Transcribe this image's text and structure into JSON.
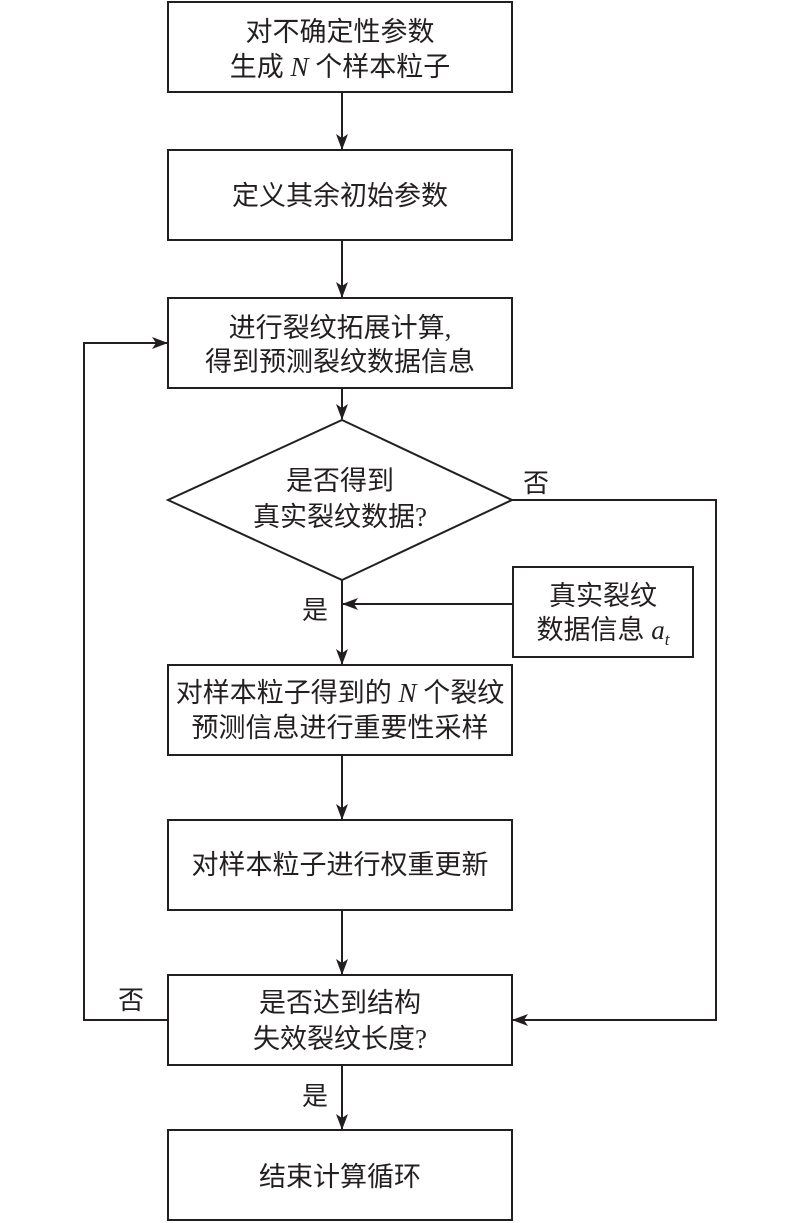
{
  "nodes": {
    "init_uncertain": {
      "line1": "对不确定性参数",
      "line2_pre": "生成 ",
      "line2_var": "N",
      "line2_post": " 个样本粒子"
    },
    "define_params": {
      "line1": "定义其余初始参数"
    },
    "crack_growth": {
      "line1": "进行裂纹拓展计算,",
      "line2": "得到预测裂纹数据信息"
    },
    "decision_real_data": {
      "line1": "是否得到",
      "line2": "真实裂纹数据?"
    },
    "real_data": {
      "line1": "真实裂纹",
      "line2_pre": "数据信息 ",
      "line2_var": "a",
      "line2_sub": "t"
    },
    "importance_sampling": {
      "line1_pre": "对样本粒子得到的 ",
      "line1_var": "N",
      "line1_post": " 个裂纹",
      "line2": "预测信息进行重要性采样"
    },
    "weight_update": {
      "line1": "对样本粒子进行权重更新"
    },
    "decision_failure": {
      "line1": "是否达到结构",
      "line2": "失效裂纹长度?"
    },
    "end_loop": {
      "line1": "结束计算循环"
    }
  },
  "edge_labels": {
    "real_data_no": "否",
    "real_data_yes": "是",
    "failure_no": "否",
    "failure_yes": "是"
  },
  "colors": {
    "stroke": "#231f20",
    "background": "#ffffff"
  }
}
